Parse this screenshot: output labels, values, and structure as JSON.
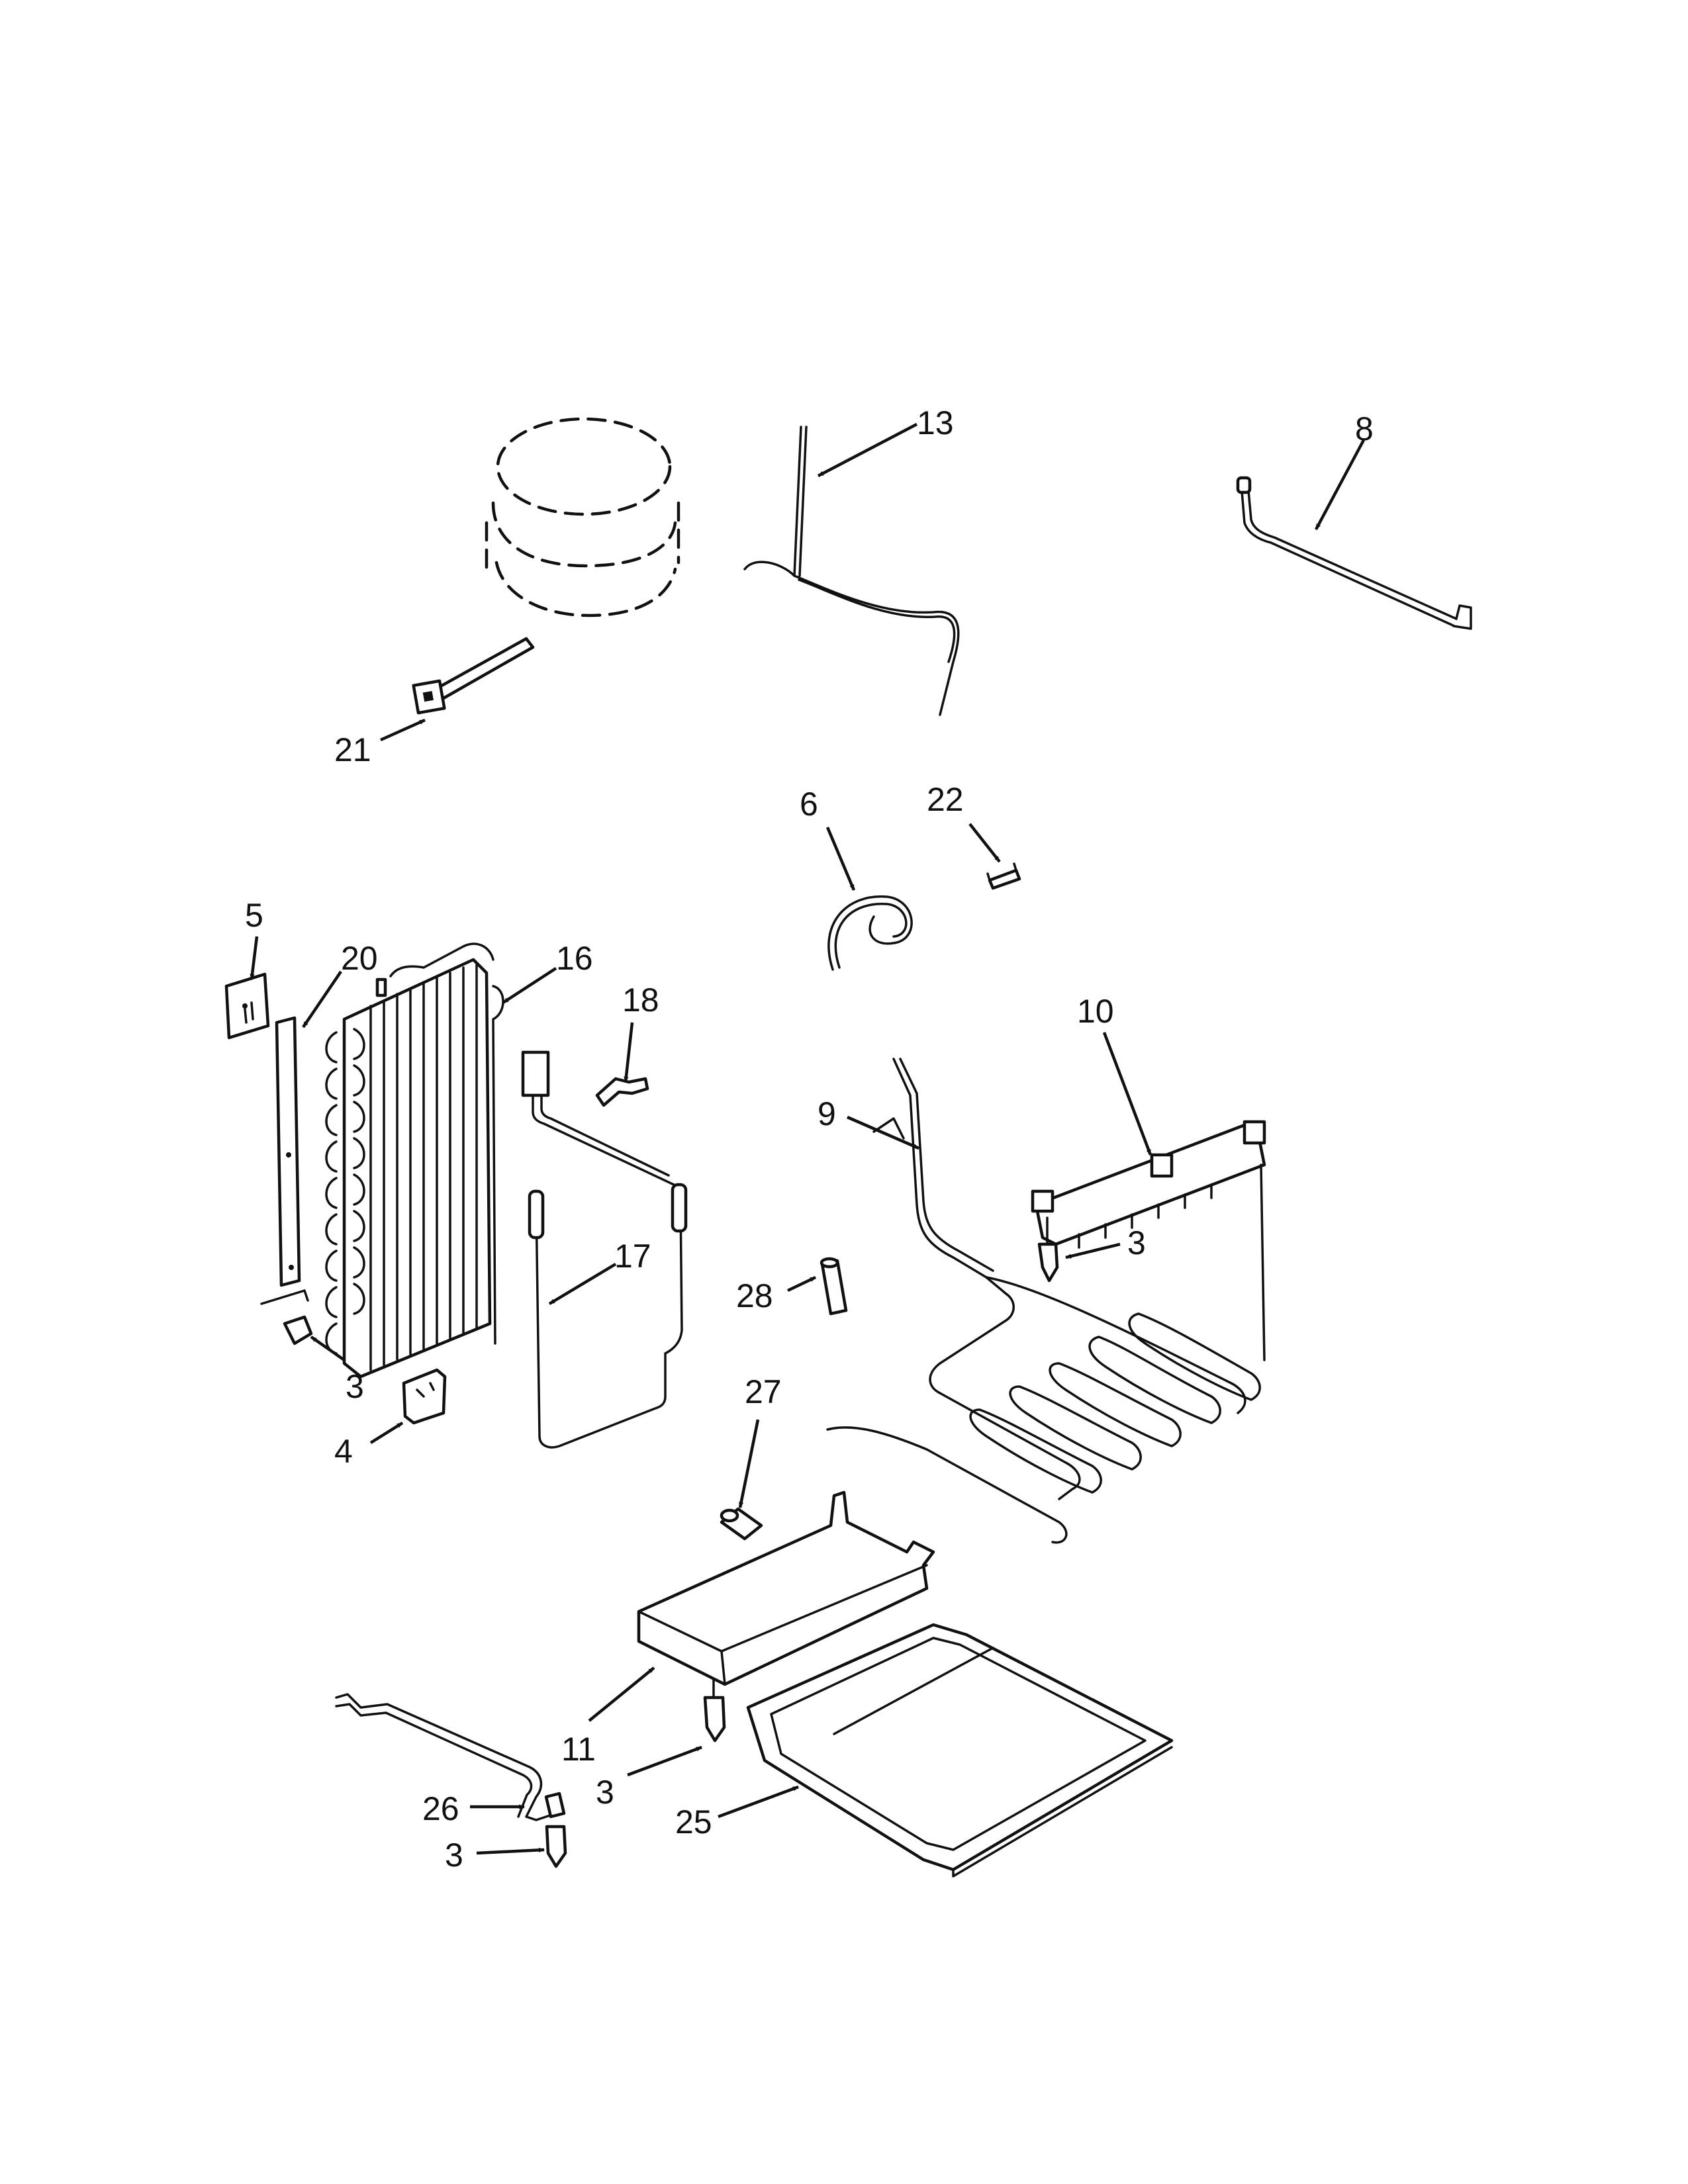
{
  "callouts": {
    "c13": "13",
    "c8": "8",
    "c21": "21",
    "c6": "6",
    "c22": "22",
    "c5": "5",
    "c20": "20",
    "c16": "16",
    "c18": "18",
    "c10": "10",
    "c9": "9",
    "c3a": "3",
    "c17": "17",
    "c28": "28",
    "c3b": "3",
    "c27": "27",
    "c4": "4",
    "c11": "11",
    "c3c": "3",
    "c25": "25",
    "c26": "26",
    "c3d": "3"
  }
}
